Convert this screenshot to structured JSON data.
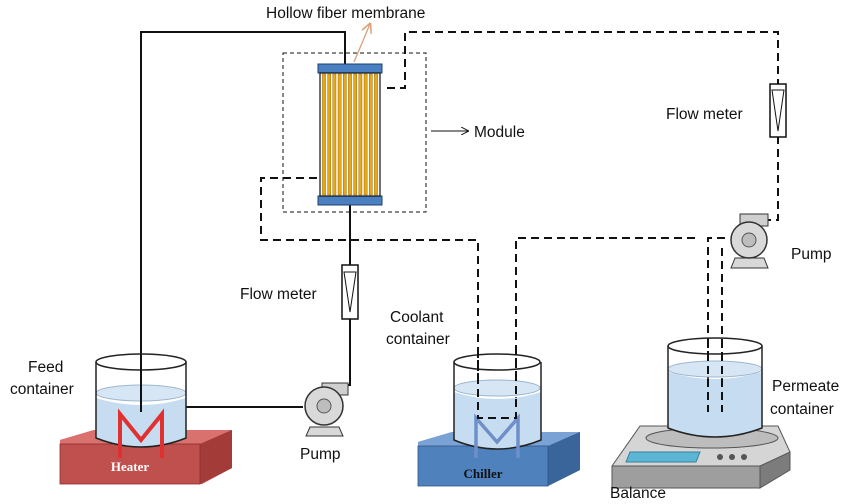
{
  "labels": {
    "hollow_fiber_membrane": "Hollow fiber membrane",
    "module": "Module",
    "flow_meter_top": "Flow meter",
    "flow_meter_feed": "Flow meter",
    "pump_feed": "Pump",
    "pump_permeate": "Pump",
    "feed_container_line1": "Feed",
    "feed_container_line2": "container",
    "coolant_container_line1": "Coolant",
    "coolant_container_line2": "container",
    "permeate_container_line1": "Permeate",
    "permeate_container_line2": "container",
    "balance": "Balance",
    "heater": "Heater",
    "chiller": "Chiller"
  },
  "colors": {
    "line": "#111111",
    "heater_plate": "#c0504d",
    "heater_coil": "#e03030",
    "chiller_plate": "#4f81bd",
    "chiller_coil": "#6f8fc8",
    "water": "#c6dcf0",
    "membrane_fibers": "#e6a817",
    "module_caps": "#4a7fc1",
    "hollow_fiber_arrow": "#d9a07a"
  }
}
